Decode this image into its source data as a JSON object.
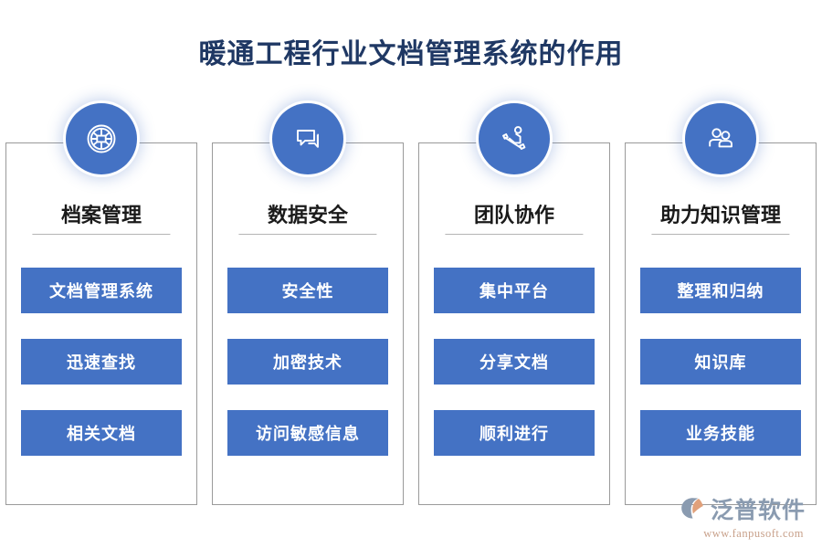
{
  "page": {
    "title": "暖通工程行业文档管理系统的作用",
    "title_color": "#1F3864",
    "accent_color": "#4472C4",
    "border_color": "#9a9a9a"
  },
  "columns": [
    {
      "icon": "globe-icon",
      "heading": "档案管理",
      "items": [
        "文档管理系统",
        "迅速查找",
        "相关文档"
      ]
    },
    {
      "icon": "chat-bubbles-icon",
      "heading": "数据安全",
      "items": [
        "安全性",
        "加密技术",
        "访问敏感信息"
      ]
    },
    {
      "icon": "rowing-person-icon",
      "heading": "团队协作",
      "items": [
        "集中平台",
        "分享文档",
        "顺利进行"
      ]
    },
    {
      "icon": "users-icon",
      "heading": "助力知识管理",
      "items": [
        "整理和归纳",
        "知识库",
        "业务技能"
      ]
    }
  ],
  "logo": {
    "name": "泛普软件",
    "url": "www.fanpusoft.com",
    "name_color": "#8a9bb0",
    "url_color": "#c8a08a"
  }
}
